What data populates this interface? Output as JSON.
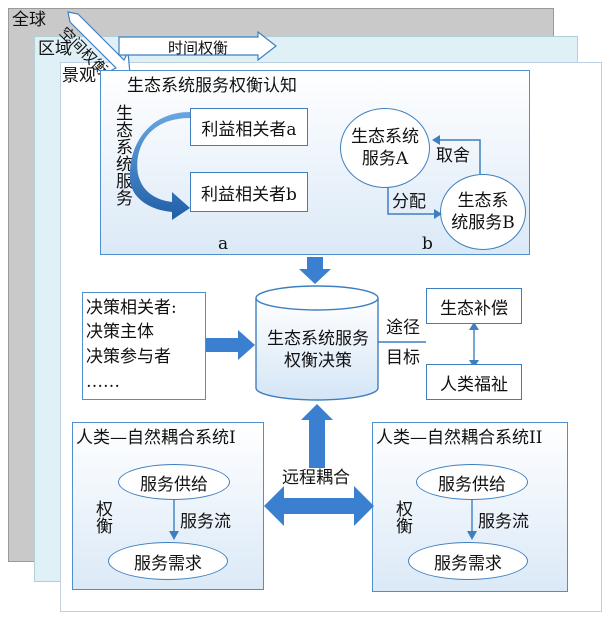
{
  "scales": {
    "global": "全球",
    "region": "区域",
    "landscape": "景观"
  },
  "arrows": {
    "spatial_tradeoff": "空间权衡",
    "temporal_tradeoff": "时间权衡"
  },
  "cognition": {
    "title": "生态系统服务权衡认知",
    "ecosystem_services_vertical": "生态系统服务",
    "stakeholder_a": "利益相关者a",
    "stakeholder_b": "利益相关者b",
    "service_a": "生态系统服务A",
    "service_b": "生态系统服务B",
    "tradeoff_choice": "取舍",
    "allocation": "分配",
    "label_a": "a",
    "label_b": "b"
  },
  "decision_stakeholders": {
    "title": "决策相关者:",
    "items": [
      "决策主体",
      "决策参与者",
      "……"
    ]
  },
  "decision_core": {
    "text": "生态系统服务权衡决策"
  },
  "pathway": {
    "label": "途径",
    "target": "目标"
  },
  "outcomes": {
    "compensation": "生态补偿",
    "welfare": "人类福祉"
  },
  "system_left": {
    "title": "人类—自然耦合系统I",
    "supply": "服务供给",
    "flow": "服务流",
    "demand": "服务需求",
    "tradeoff_vertical": "权衡"
  },
  "system_right": {
    "title": "人类—自然耦合系统II",
    "supply": "服务供给",
    "flow": "服务流",
    "demand": "服务需求",
    "tradeoff_vertical": "权衡"
  },
  "telecoupling": "远程耦合",
  "colors": {
    "accent": "#3f7fbf",
    "arrow_fill": "#3a7fd0",
    "global_bg": "#c9c9c9",
    "region_bg": "#dff0f6"
  }
}
